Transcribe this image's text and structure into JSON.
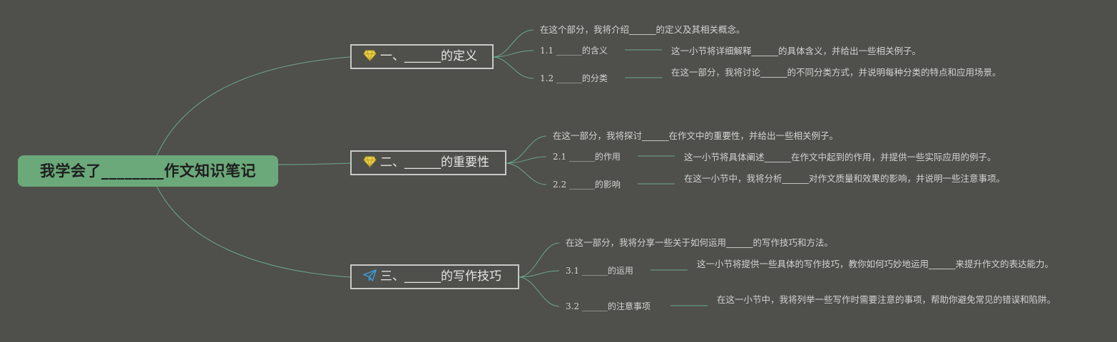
{
  "root": {
    "title": "我学会了________作文知识笔记"
  },
  "topics": [
    {
      "label": "一、______的定义",
      "icon": "gem-icon",
      "icon_color": "#e8d24a",
      "intro": "在这个部分，我将介绍______的定义及其相关概念。",
      "items": [
        {
          "label": "1.1 ______的含义",
          "desc": "这一小节将详细解释______的具体含义，并给出一些相关例子。"
        },
        {
          "label": "1.2 ______的分类",
          "desc": "在这一部分，我将讨论______的不同分类方式，并说明每种分类的特点和应用场景。"
        }
      ]
    },
    {
      "label": "二、______的重要性",
      "icon": "gem-icon",
      "icon_color": "#e8d24a",
      "intro": "在这一部分，我将探讨______在作文中的重要性，并给出一些相关例子。",
      "items": [
        {
          "label": "2.1 ______的作用",
          "desc": "这一小节将具体阐述______在作文中起到的作用，并提供一些实际应用的例子。"
        },
        {
          "label": "2.2 ______的影响",
          "desc": "在这一小节中，我将分析______对作文质量和效果的影响，并说明一些注意事项。"
        }
      ]
    },
    {
      "label": "三、______的写作技巧",
      "icon": "paper-plane-icon",
      "icon_color": "#3e9ad6",
      "intro": "在这一部分，我将分享一些关于如何运用______的写作技巧和方法。",
      "items": [
        {
          "label": "3.1 ______的运用",
          "desc": "这一小节将提供一些具体的写作技巧，教你如何巧妙地运用______来提升作文的表达能力。"
        },
        {
          "label": "3.2 ______的注意事项",
          "desc": "在这一小节中，我将列举一些写作时需要注意的事项，帮助你避免常见的错误和陷阱。"
        }
      ]
    }
  ],
  "colors": {
    "background": "#4f4f4b",
    "root_fill": "#6ba87a",
    "connector": "#6ba88a",
    "topic_border": "#c9c9c9"
  }
}
